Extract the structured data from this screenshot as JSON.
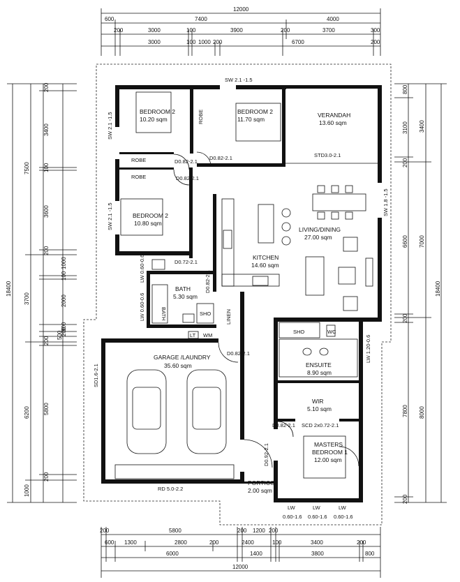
{
  "dimensions": {
    "top": {
      "row1": [
        "12000"
      ],
      "row2": [
        "600",
        "7400",
        "4000"
      ],
      "row3": [
        "200",
        "3000",
        "100",
        "3900",
        "200",
        "3700",
        "300"
      ],
      "row4": [
        "3000",
        "100",
        "1000",
        "200",
        "6700",
        "200"
      ]
    },
    "bottom": {
      "row1": [
        "200",
        "5800",
        "200",
        "1200",
        "200"
      ],
      "row2": [
        "600",
        "1300",
        "2800",
        "200",
        "2400",
        "100",
        "3400",
        "200"
      ],
      "row3": [
        "6000",
        "1400",
        "3800",
        "800"
      ],
      "row4": [
        "12000"
      ]
    },
    "left": {
      "outer": [
        "18400"
      ],
      "mid": [
        "7500",
        "3700",
        "6200",
        "1000"
      ],
      "inner": [
        "200",
        "3400",
        "100",
        "3600",
        "200",
        "1000",
        "100",
        "2000",
        "300",
        "200",
        "200",
        "5800",
        "200"
      ],
      "small": [
        "500"
      ]
    },
    "right": {
      "outer": [
        "18400"
      ],
      "mid": [
        "3400",
        "7000",
        "8000"
      ],
      "inner": [
        "800",
        "3100",
        "200",
        "6600",
        "200",
        "7800",
        "200"
      ]
    }
  },
  "rooms": {
    "bed_a": {
      "name": "BEDROOM 2",
      "area": "10.20 sqm"
    },
    "bed_b": {
      "name": "BEDROOM 2",
      "area": "11.70 sqm"
    },
    "bed_c": {
      "name": "BEDROOM 2",
      "area": "10.80 sqm"
    },
    "verandah": {
      "name": "VERANDAH",
      "area": "13.60 sqm"
    },
    "living": {
      "name": "LIVING/DINING",
      "area": "27.00 sqm"
    },
    "kitchen": {
      "name": "KITCHEN",
      "area": "14.60 sqm"
    },
    "bath": {
      "name": "BATH",
      "area": "5.30 sqm"
    },
    "garage": {
      "name": "GARAGE /LAUNDRY",
      "area": "35.60 sqm"
    },
    "ensuite": {
      "name": "ENSUITE",
      "area": "8.90 sqm"
    },
    "wir": {
      "name": "WIR",
      "area": "5.10 sqm"
    },
    "master": {
      "name": "MASTERS",
      "name2": "BEDROOM 1",
      "area": "12.00 sqm"
    },
    "portico": {
      "name": "PORTICO",
      "area": "2.00 sqm"
    }
  },
  "labels": {
    "robe1": "ROBE",
    "robe2": "ROBE",
    "robe3": "ROBE",
    "sw_top": "SW 2.1 -1.5",
    "sw_left1": "SW 2.1 -1.5",
    "sw_left2": "SW 2.1 -1.5",
    "sw_right": "SW 1.8 -1.5",
    "std": "STD3.0-2.1",
    "d1": "D0.82-2.1",
    "d2": "D0.82-2.1",
    "d3": "D0.82-2.1",
    "d4": "D0.72-2.1",
    "d5": "D0.82-2.1",
    "d6": "D0.82-2.1",
    "d7": "D0.82-2.1",
    "d8": "D0.92-2.1",
    "d_bath": "D0.82-2.1",
    "lw1": "LW 0.60-0.6",
    "lw2": "LW 0.60-0.6",
    "lw_ens": "LW 1.20-0.6",
    "sd": "SD1.6-2.1",
    "rd": "RD 5.0-2.2",
    "scd": "SCD 2x0.72-2.1",
    "lt": "LT",
    "wm": "WM",
    "linen": "LINEN",
    "sho1": "SHO",
    "sho2": "SHO",
    "wc": "WC",
    "bath_tub": "BATH",
    "lw_b1": "LW",
    "lw_b2": "LW",
    "lw_b3": "LW",
    "lw_b1v": "0.60-1.6",
    "lw_b2v": "0.60-1.6",
    "lw_b3v": "0.60-1.6"
  }
}
